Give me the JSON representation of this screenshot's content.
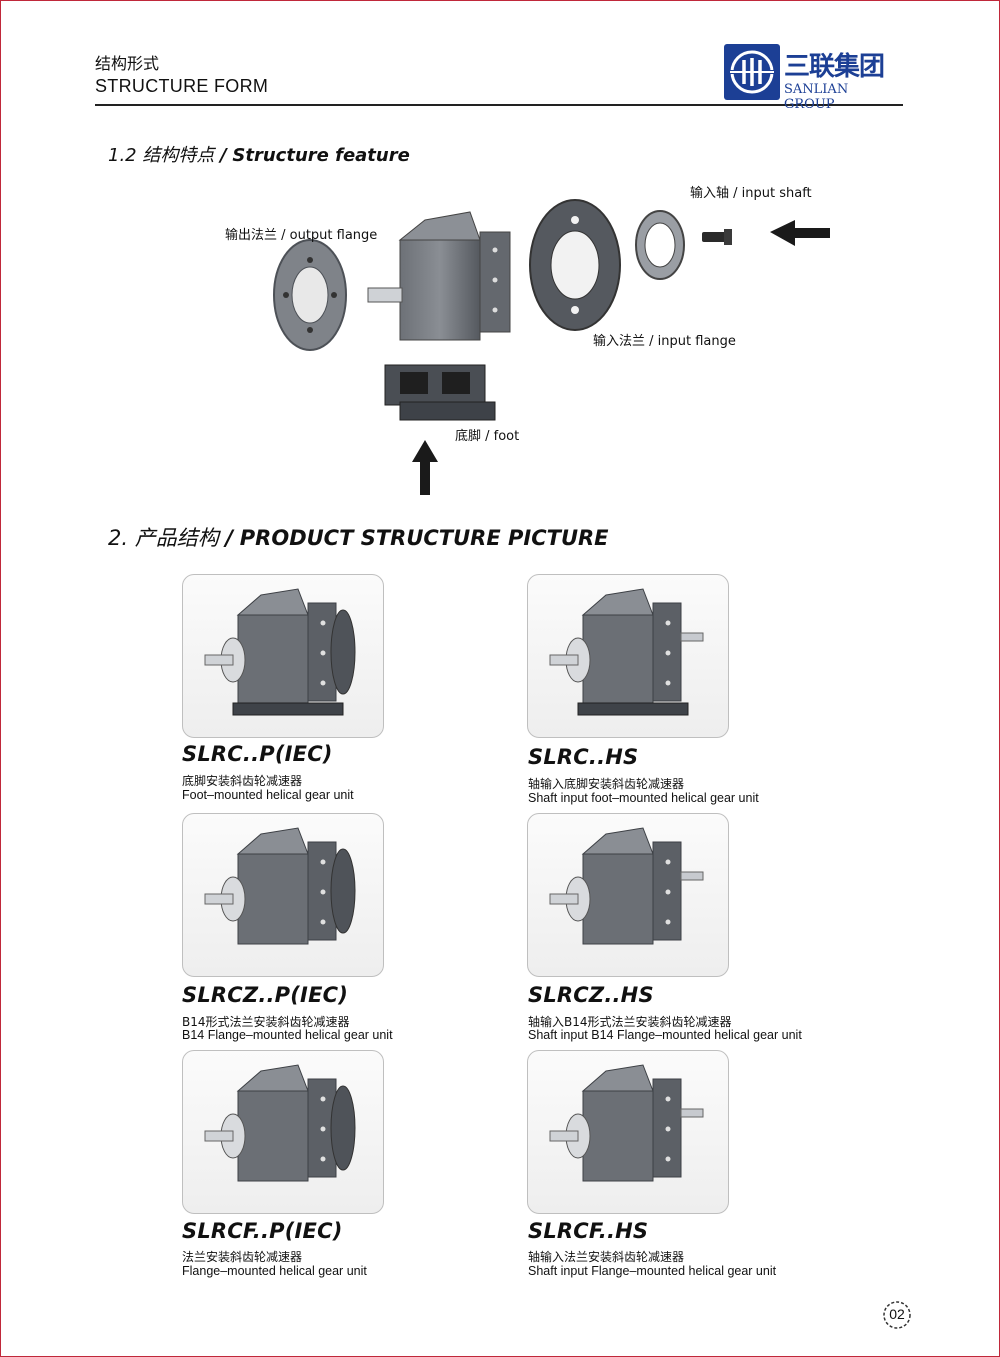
{
  "header": {
    "title_cn": "结构形式",
    "title_en": "STRUCTURE FORM",
    "logo_cn": "三联集团",
    "logo_en": "SANLIAN GROUP"
  },
  "section1": {
    "num": "1.2",
    "title_cn": "结构特点",
    "sep": "/",
    "title_en": "Structure feature",
    "labels": {
      "input_shaft": "输入轴 / input shaft",
      "output_flange": "输出法兰 / output flange",
      "input_flange": "输入法兰 / input flange",
      "foot": "底脚 / foot"
    }
  },
  "section2": {
    "num": "2.",
    "title_cn": "产品结构",
    "sep": "/",
    "title_en": "PRODUCT STRUCTURE PICTURE"
  },
  "products": [
    {
      "model": "SLRC..P(IEC)",
      "cn": "底脚安装斜齿轮减速器",
      "en": "Foot–mounted helical gear unit"
    },
    {
      "model": "SLRC..HS",
      "cn": "轴输入底脚安装斜齿轮减速器",
      "en": "Shaft input foot–mounted helical gear unit"
    },
    {
      "model": "SLRCZ..P(IEC)",
      "cn": "B14形式法兰安装斜齿轮减速器",
      "en": "B14 Flange–mounted helical gear unit"
    },
    {
      "model": "SLRCZ..HS",
      "cn": "轴输入B14形式法兰安装斜齿轮减速器",
      "en": "Shaft input B14 Flange–mounted helical gear unit"
    },
    {
      "model": "SLRCF..P(IEC)",
      "cn": "法兰安装斜齿轮减速器",
      "en": "Flange–mounted helical gear unit"
    },
    {
      "model": "SLRCF..HS",
      "cn": "轴输入法兰安装斜齿轮减速器",
      "en": "Shaft input Flange–mounted helical gear unit"
    }
  ],
  "page_number": "02",
  "colors": {
    "accent": "#1c3f95",
    "border": "#c0283a",
    "metal": "#6b6f75"
  }
}
